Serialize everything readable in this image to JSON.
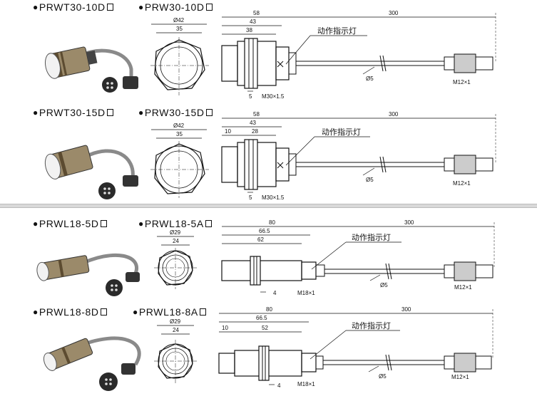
{
  "sections": [
    {
      "model_left": "PRWT30-10D",
      "model_right": "PRW30-10D",
      "face_dims": [
        "Ø42",
        "35"
      ],
      "side_dims": {
        "total": "58",
        "body": "43",
        "thread": "38",
        "offset": "",
        "cable": "300",
        "step": "5",
        "thread_size": "M30×1.5",
        "cable_dia": "Ø5",
        "connector": "M12×1",
        "indicator": "动作指示灯"
      }
    },
    {
      "model_left": "PRWT30-15D",
      "model_right": "PRW30-15D",
      "face_dims": [
        "Ø42",
        "35"
      ],
      "side_dims": {
        "total": "58",
        "body": "43",
        "thread": "28",
        "offset": "10",
        "cable": "300",
        "step": "5",
        "thread_size": "M30×1.5",
        "cable_dia": "Ø5",
        "connector": "M12×1",
        "indicator": "动作指示灯"
      }
    },
    {
      "model_left": "PRWL18-5D",
      "model_right": "PRWL18-5A",
      "face_dims": [
        "Ø29",
        "24"
      ],
      "side_dims": {
        "total": "80",
        "body": "66.5",
        "thread": "62",
        "offset": "",
        "cable": "300",
        "step": "4",
        "thread_size": "M18×1",
        "cable_dia": "Ø5",
        "connector": "M12×1",
        "indicator": "动作指示灯"
      }
    },
    {
      "model_left": "PRWL18-8D",
      "model_right": "PRWL18-8A",
      "face_dims": [
        "Ø29",
        "24"
      ],
      "side_dims": {
        "total": "80",
        "body": "66.5",
        "thread": "52",
        "offset": "10",
        "cable": "300",
        "step": "4",
        "thread_size": "M18×1",
        "cable_dia": "Ø5",
        "connector": "M12×1",
        "indicator": "动作指示灯"
      }
    }
  ]
}
